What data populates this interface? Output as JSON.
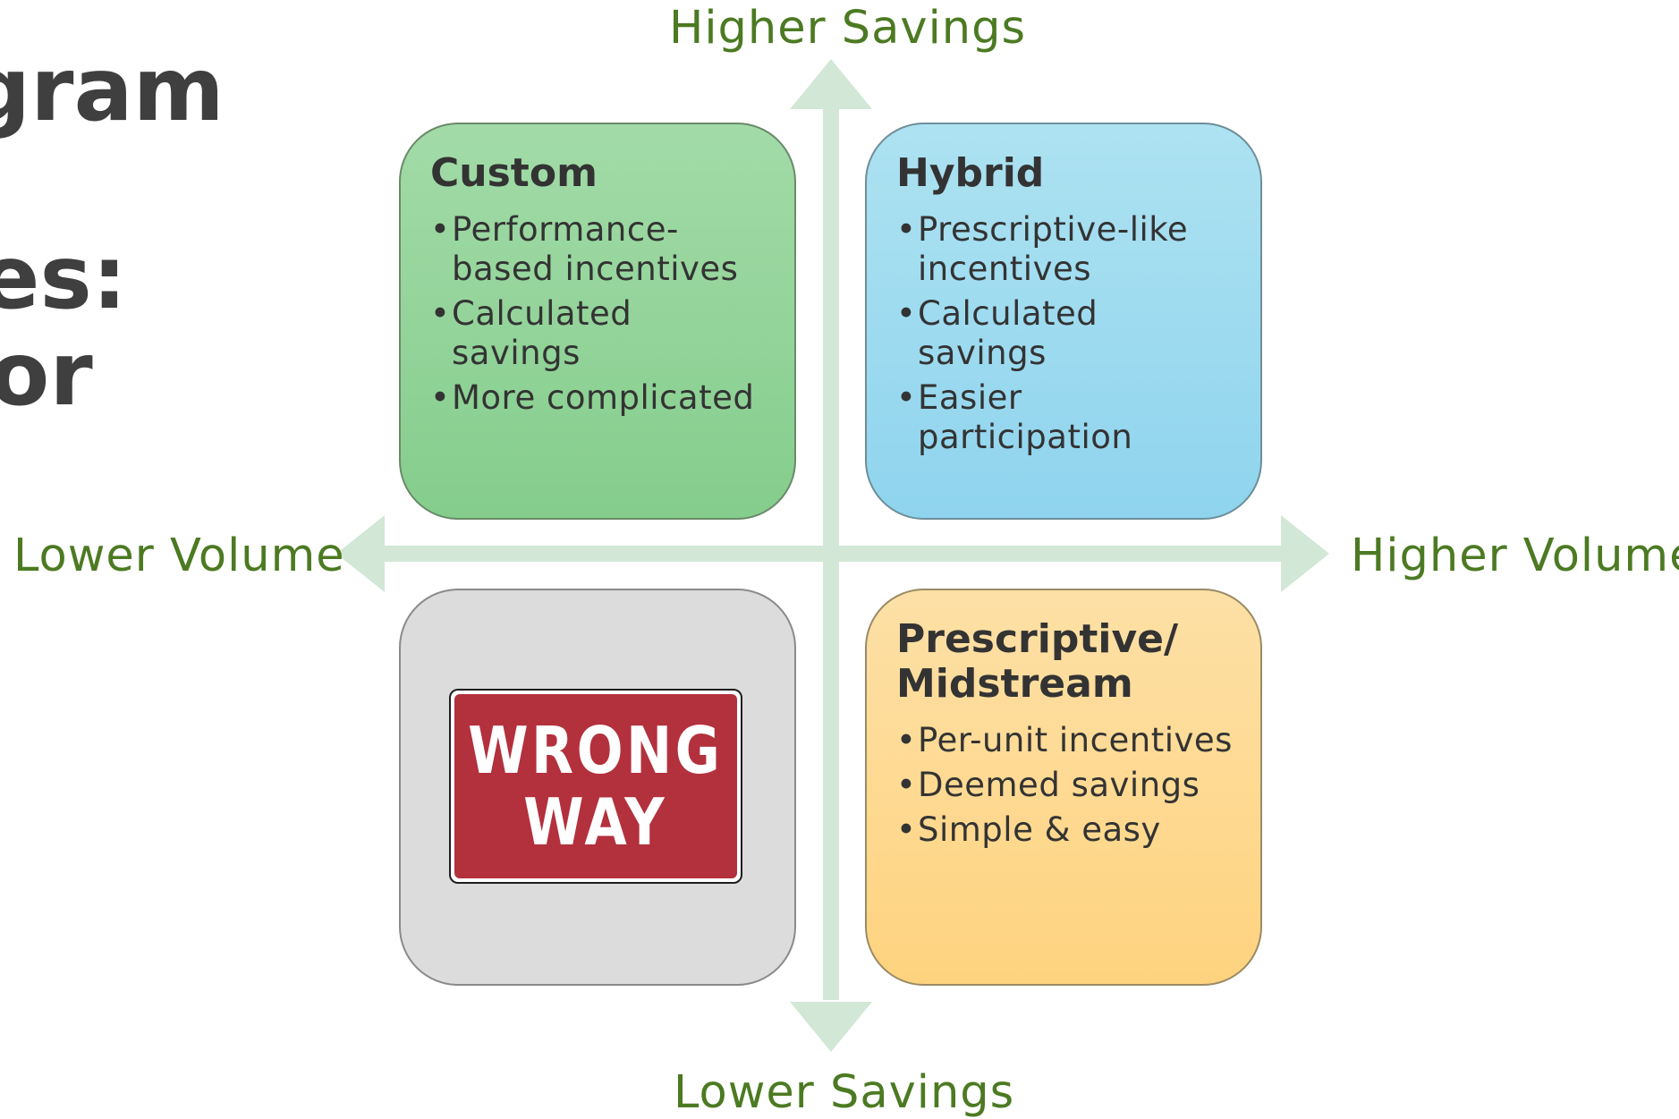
{
  "slide": {
    "partial_title_lines": [
      "gram",
      "es:",
      "or"
    ]
  },
  "axes": {
    "top": "Higher Savings",
    "bottom": "Lower Savings",
    "left": "Lower Volume",
    "right": "Higher Volume",
    "color": "#d2e7d6",
    "label_color": "#4c7a22"
  },
  "quadrants": {
    "custom": {
      "title": "Custom",
      "color": "#93d49a",
      "bullets": [
        "Performance-based incentives",
        "Calculated savings",
        "More complicated"
      ]
    },
    "hybrid": {
      "title": "Hybrid",
      "color": "#9edbf0",
      "bullets": [
        "Prescriptive-like incentives",
        "Calculated savings",
        "Easier participation"
      ]
    },
    "wrong_way": {
      "color": "#dcdcdc",
      "sign_line1": "WRONG",
      "sign_line2": "WAY",
      "sign_color": "#b3303d"
    },
    "prescriptive": {
      "title": "Prescriptive/ Midstream",
      "color": "#fed98f",
      "bullets": [
        "Per-unit incentives",
        "Deemed savings",
        "Simple & easy"
      ]
    }
  }
}
